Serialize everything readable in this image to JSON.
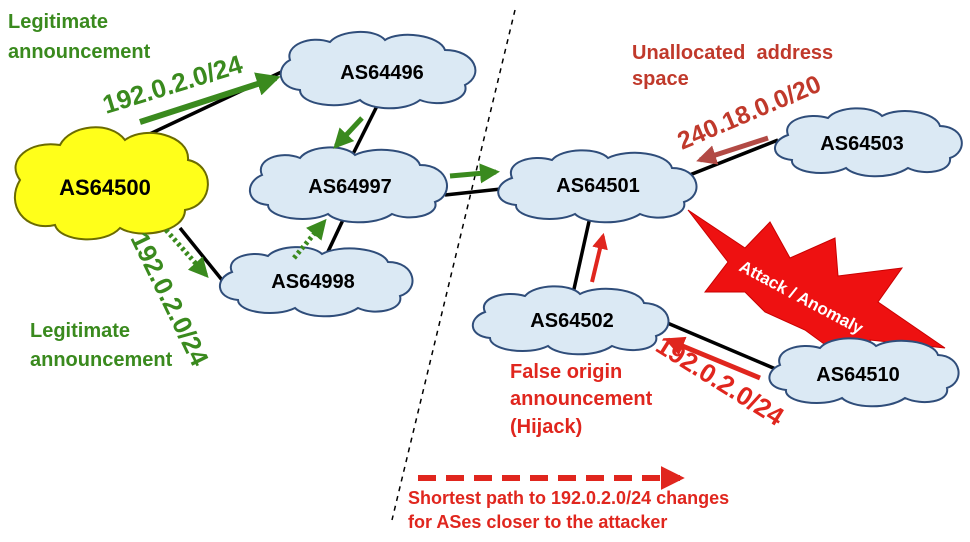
{
  "colors": {
    "legit_green": "#3a8a1e",
    "hijack_red": "#e0261e",
    "unallocated_brown": "#c0392b",
    "bogon_arrow": "#b24a45",
    "cloud_blue": "#dbe9f4",
    "cloud_yellow": "#ffff1a",
    "attack_burst": "#ee1111"
  },
  "nodes": {
    "as64500": "AS64500",
    "as64496": "AS64496",
    "as64997": "AS64997",
    "as64998": "AS64998",
    "as64501": "AS64501",
    "as64503": "AS64503",
    "as64502": "AS64502",
    "as64510": "AS64510"
  },
  "labels": {
    "legit_top_1": "Legitimate",
    "legit_top_2": "announcement",
    "legit_bottom_1": "Legitimate",
    "legit_bottom_2": "announcement",
    "prefix_top": "192.0.2.0/24",
    "prefix_bottom": "192.0.2.0/24",
    "unalloc_1": "Unallocated  address",
    "unalloc_2": "space",
    "prefix_bogon": "240.18.0.0/20",
    "false_origin_1": "False origin",
    "false_origin_2": "announcement",
    "false_origin_3": "(Hijack)",
    "prefix_hijack": "192.0.2.0/24",
    "attack": "Attack / Anomaly",
    "footer_1": "Shortest path to 192.0.2.0/24 changes",
    "footer_2": "for ASes closer to the attacker"
  }
}
